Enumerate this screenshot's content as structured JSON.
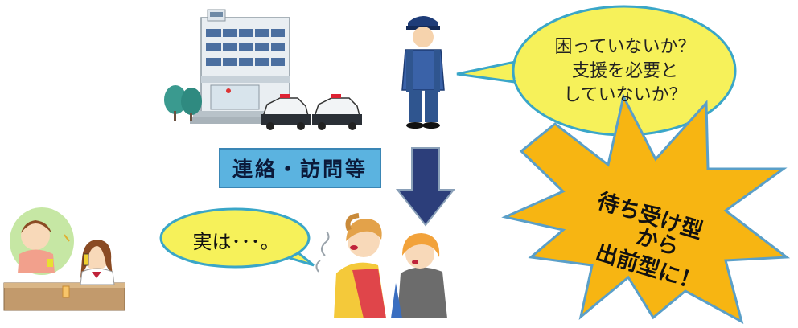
{
  "police_bubble": {
    "line1": "困っていないか？",
    "line2": "支援を必要と",
    "line3": "していないか？"
  },
  "action_label": "連絡・訪問等",
  "resident_bubble": "実は･･･。",
  "burst": {
    "line1": "待ち受け型",
    "line2": "から",
    "line3": "出前型に！"
  },
  "colors": {
    "bubble_fill": "#f6f15a",
    "bubble_stroke": "#3aa6c8",
    "label_fill": "#5bb3e0",
    "arrow_fill": "#2c3e7a",
    "burst_fill": "#f7b512"
  },
  "icons": [
    "police-station-icon",
    "patrol-car-icon",
    "police-officer-icon",
    "phone-consultation-icon",
    "distressed-residents-icon"
  ]
}
